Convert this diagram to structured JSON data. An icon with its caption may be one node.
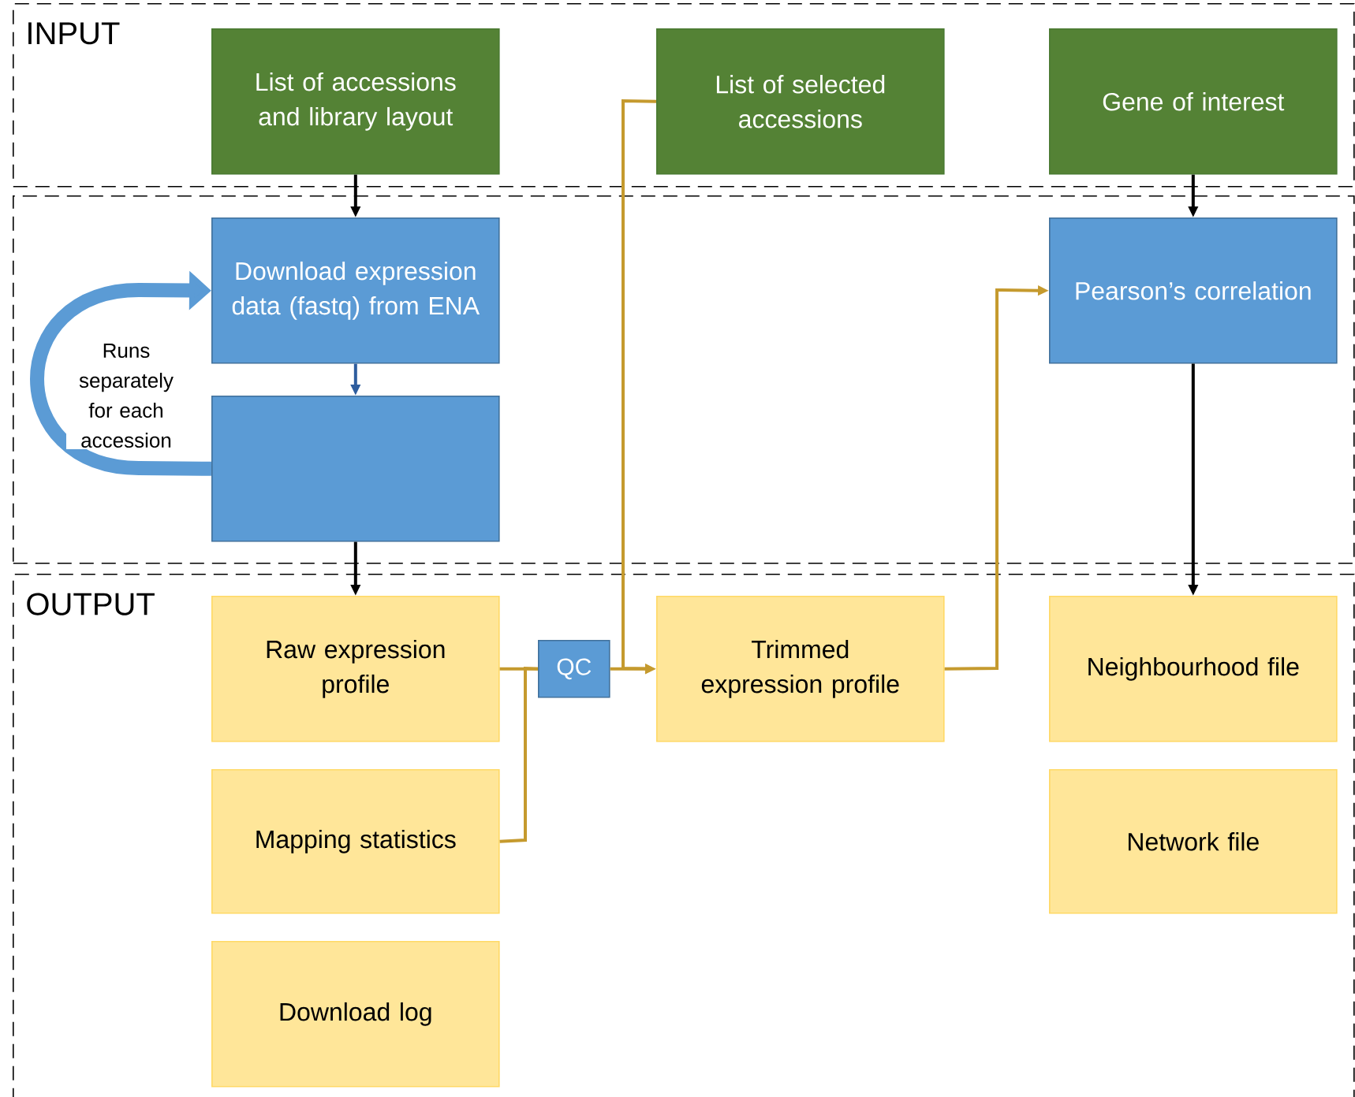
{
  "diagram": {
    "nodes": [
      {
        "text": [
          "INPUT"
        ]
      },
      {
        "text": [
          "List of accessions and library layout"
        ],
        "in": 0
      },
      {
        "text": [
          "List of selected accessions"
        ],
        "in": 0
      },
      {
        "text": [
          "Gene of interest"
        ],
        "in": 0
      },
      {
        "text": [],
        "shape": "box"
      },
      {
        "text": [
          "Download expression data (fastq) from ENA"
        ],
        "in": 4
      },
      {
        "text": [],
        "shape": "box",
        "in": 4
      },
      {
        "text": [
          "Pearson’s correlation"
        ],
        "in": 4
      },
      {
        "text": [
          "OUTPUT"
        ]
      },
      {
        "text": [
          "Raw expression profile"
        ],
        "in": 8
      },
      {
        "text": [
          "QC"
        ],
        "in": 8
      },
      {
        "text": [
          "Trimmed expression profile"
        ],
        "in": 8
      },
      {
        "text": [
          "Neighbourhood file"
        ],
        "in": 8
      },
      {
        "text": [
          "Mapping statistics"
        ],
        "in": 8
      },
      {
        "text": [
          "Network file"
        ],
        "in": 8
      },
      {
        "text": [
          "Download log"
        ],
        "in": 8
      }
    ],
    "edges": [
      {
        "from": 1,
        "to": 5,
        "arrow": "to",
        "color": "#000000"
      },
      {
        "from": 5,
        "to": 6,
        "arrow": "to",
        "color": "#2e5d9e"
      },
      {
        "from": 6,
        "to": 5,
        "arrow": "to",
        "label": "Runs separately for each accession",
        "style": "thick",
        "color": "#5b9bd5"
      },
      {
        "from": 6,
        "to": 9,
        "arrow": "to",
        "color": "#000000"
      },
      {
        "from": 9,
        "to": 10,
        "arrow": "none"
      },
      {
        "from": 13,
        "to": 10,
        "arrow": "none"
      },
      {
        "from": 10,
        "to": 11,
        "arrow": "to"
      },
      {
        "from": 2,
        "to": 11,
        "arrow": "to"
      },
      {
        "from": 11,
        "to": 7,
        "arrow": "to"
      },
      {
        "from": 3,
        "to": 7,
        "arrow": "to",
        "color": "#000000"
      },
      {
        "from": 7,
        "to": 12,
        "arrow": "to",
        "color": "#000000"
      }
    ]
  }
}
